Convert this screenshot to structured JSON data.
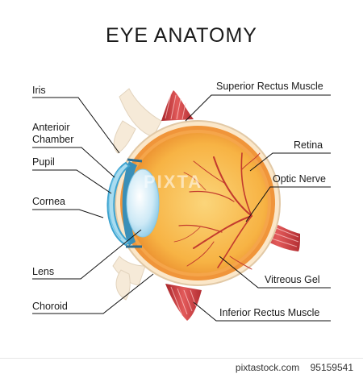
{
  "title": "EYE ANATOMY",
  "labels": {
    "iris": "Iris",
    "anterior_chamber_1": "Anterioir",
    "anterior_chamber_2": "Chamber",
    "pupil": "Pupil",
    "cornea": "Cornea",
    "lens": "Lens",
    "choroid": "Choroid",
    "superior_rectus": "Superior Rectus Muscle",
    "retina": "Retina",
    "optic_nerve": "Optic  Nerve",
    "vitreous_gel": "Vitreous Gel",
    "inferior_rectus": "Inferior Rectus Muscle"
  },
  "watermark": "PIXTA",
  "footer": {
    "site": "pixtastock.com",
    "id": "95159541"
  },
  "colors": {
    "eyeball": "#f7a93b",
    "vitreous": "#f7c15a",
    "muscle": "#c8373d",
    "lens": "#bfe4f5",
    "cornea": "#5ab4d6",
    "skin": "#f6ead8"
  }
}
